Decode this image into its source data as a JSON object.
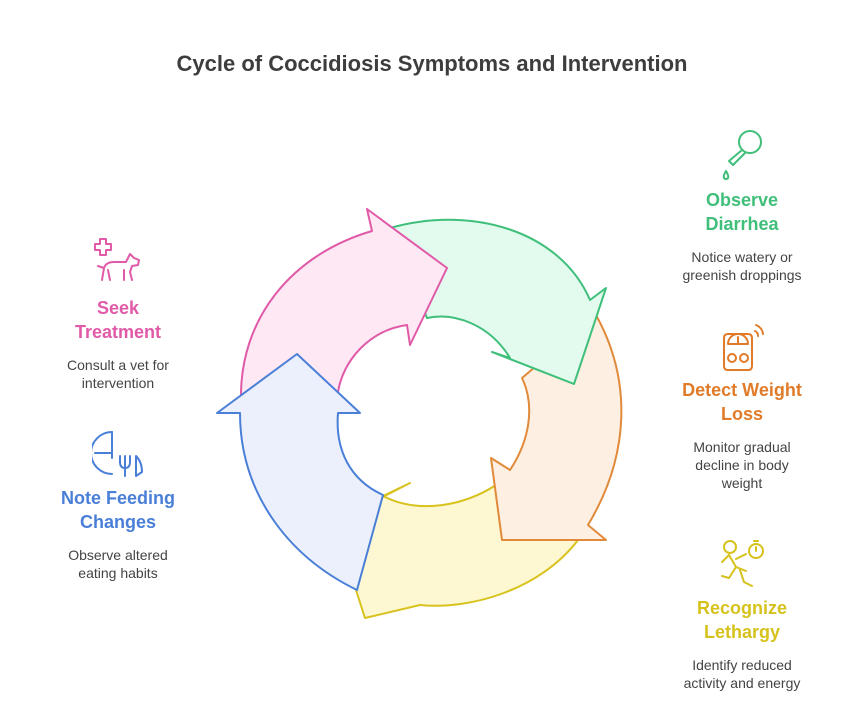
{
  "title": "Cycle of Coccidiosis Symptoms and Intervention",
  "steps": [
    {
      "head1": "Observe",
      "head2": "Diarrhea",
      "desc1": "Notice watery or",
      "desc2": "greenish droppings",
      "desc3": "",
      "color": "#3fbf7a",
      "icon": "dropper-icon"
    },
    {
      "head1": "Detect Weight",
      "head2": "Loss",
      "desc1": "Monitor gradual",
      "desc2": "decline in body",
      "desc3": "weight",
      "color": "#e07b2a",
      "icon": "scale-icon"
    },
    {
      "head1": "Recognize",
      "head2": "Lethargy",
      "desc1": "Identify reduced",
      "desc2": "activity and energy",
      "desc3": "",
      "color": "#d6c21c",
      "icon": "tired-runner-icon"
    },
    {
      "head1": "Note Feeding",
      "head2": "Changes",
      "desc1": "Observe altered",
      "desc2": "eating habits",
      "desc3": "",
      "color": "#4a7fd8",
      "icon": "feeding-icon"
    },
    {
      "head1": "Seek",
      "head2": "Treatment",
      "desc1": "Consult a vet for",
      "desc2": "intervention",
      "desc3": "",
      "color": "#e05aa8",
      "icon": "vet-dog-icon"
    }
  ]
}
